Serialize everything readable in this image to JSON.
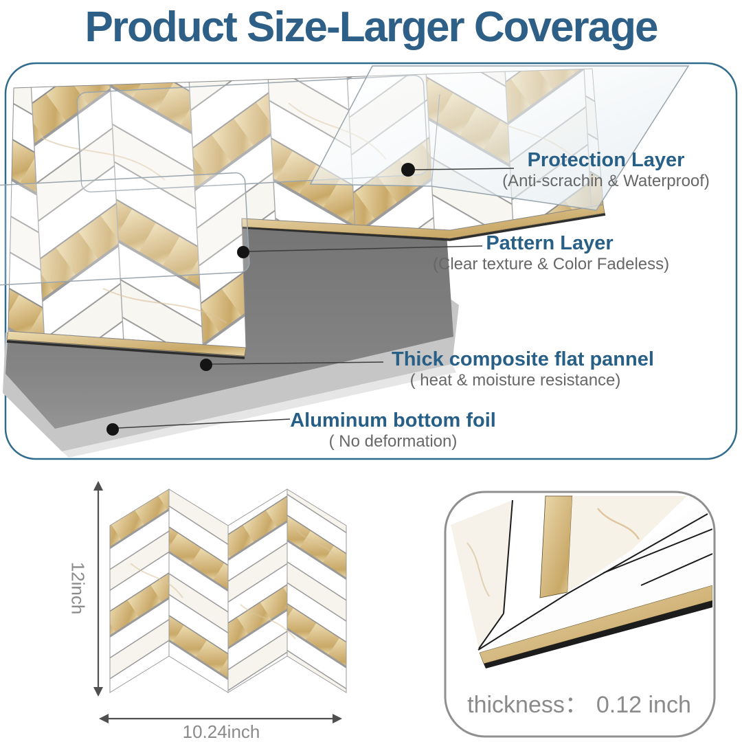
{
  "page": {
    "title": "Product Size-Larger Coverage"
  },
  "colors": {
    "title_blue": "#2d5f87",
    "annotation_blue": "#275f86",
    "subtitle_gray": "#676767",
    "dimension_gray": "#8a8a8a",
    "border_blue": "#2e6b8d",
    "gold": "#d7bc85",
    "composite_gray": "#7e7e7e",
    "aluminum_gray": "#c6c6c6"
  },
  "diagram": {
    "annotations": [
      {
        "id": "protection",
        "title": "Protection Layer",
        "subtitle": "(Anti-scrachin & Waterproof)"
      },
      {
        "id": "pattern",
        "title": "Pattern Layer",
        "subtitle": "(Clear texture & Color Fadeless)"
      },
      {
        "id": "panel",
        "title": "Thick composite flat pannel",
        "subtitle": "( heat & moisture resistance)"
      },
      {
        "id": "foil",
        "title": "Aluminum bottom foil",
        "subtitle": "( No deformation)"
      }
    ]
  },
  "size_sample": {
    "height_label": "12inch",
    "width_label": "10.24inch"
  },
  "thickness": {
    "label": "thickness：",
    "value": "0.12 inch"
  }
}
